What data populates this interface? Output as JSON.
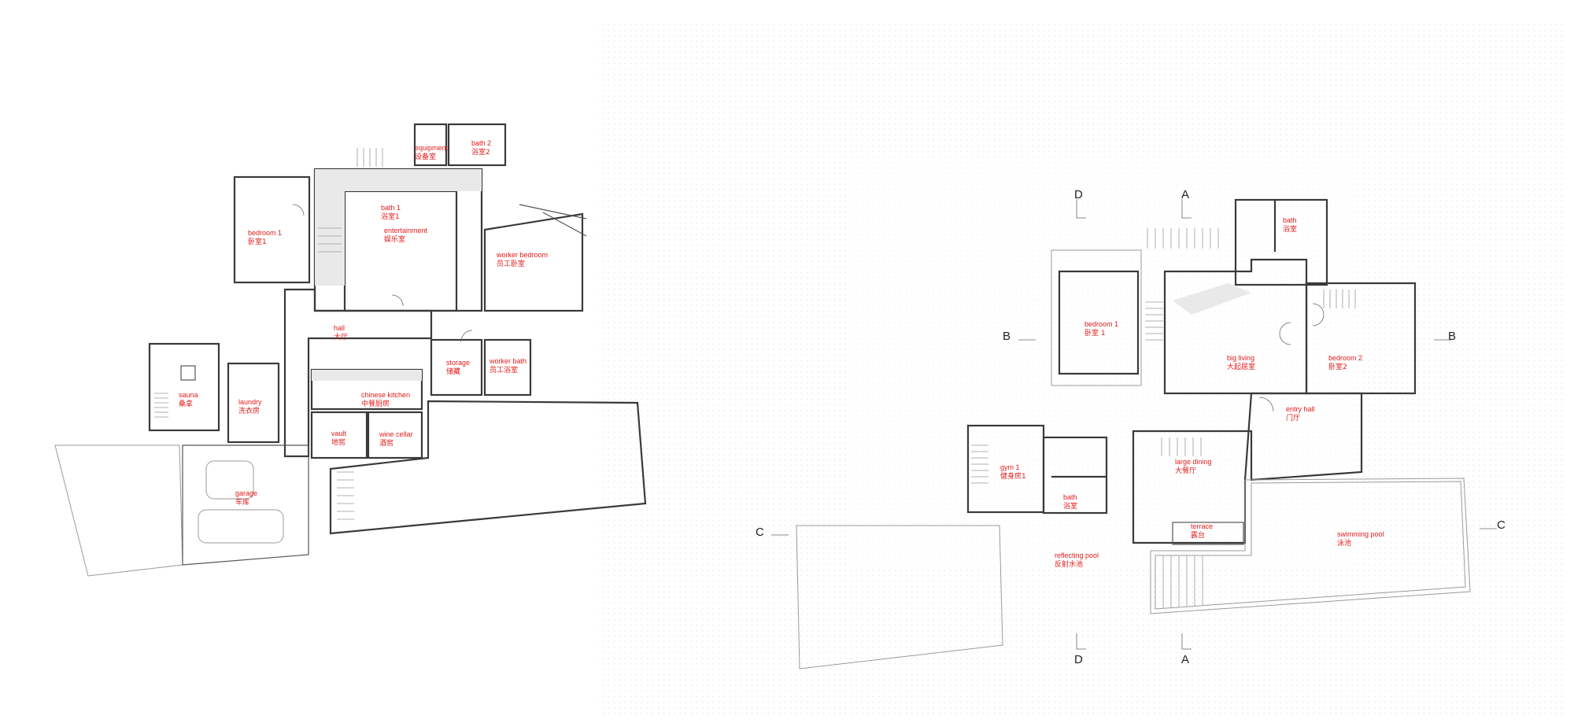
{
  "basement_rooms": [
    {
      "id": "equipment",
      "en": "equipment",
      "cn": "设备室"
    },
    {
      "id": "bath2",
      "en": "bath 2",
      "cn": "浴室2"
    },
    {
      "id": "bath1",
      "en": "bath 1",
      "cn": "浴室1"
    },
    {
      "id": "entertainment",
      "en": "entertainment",
      "cn": "娱乐室"
    },
    {
      "id": "bedroom1",
      "en": "bedroom 1",
      "cn": "卧室1"
    },
    {
      "id": "worker-bedroom",
      "en": "worker bedroom",
      "cn": "员工卧室"
    },
    {
      "id": "hall",
      "en": "hall",
      "cn": "大厅"
    },
    {
      "id": "storage",
      "en": "storage",
      "cn": "储藏"
    },
    {
      "id": "worker-bath",
      "en": "worker bath",
      "cn": "员工浴室"
    },
    {
      "id": "sauna",
      "en": "sauna",
      "cn": "桑拿"
    },
    {
      "id": "laundry",
      "en": "laundry",
      "cn": "洗衣房"
    },
    {
      "id": "chinese-kitchen",
      "en": "chinese kitchen",
      "cn": "中餐厨房"
    },
    {
      "id": "vault",
      "en": "vault",
      "cn": "地窖"
    },
    {
      "id": "wine-cellar",
      "en": "wine cellar",
      "cn": "酒窖"
    },
    {
      "id": "garage",
      "en": "garage",
      "cn": "车库"
    }
  ],
  "ground_rooms": [
    {
      "id": "bath",
      "en": "bath",
      "cn": "浴室"
    },
    {
      "id": "bedroom1",
      "en": "bedroom 1",
      "cn": "卧室 1"
    },
    {
      "id": "big-living",
      "en": "big living",
      "cn": "大起居室"
    },
    {
      "id": "bedroom2",
      "en": "bedroom 2",
      "cn": "卧室2"
    },
    {
      "id": "entry-hall",
      "en": "entry hall",
      "cn": "门厅"
    },
    {
      "id": "large-dining",
      "en": "large dining",
      "cn": "大餐厅"
    },
    {
      "id": "gym1",
      "en": "gym 1",
      "cn": "健身房1"
    },
    {
      "id": "bath-gym",
      "en": "bath",
      "cn": "浴室"
    },
    {
      "id": "terrace",
      "en": "terrace",
      "cn": "露台"
    },
    {
      "id": "swimming-pool",
      "en": "swimming pool",
      "cn": "泳池"
    },
    {
      "id": "reflecting-pool",
      "en": "reflecting pool",
      "cn": "反射水池"
    }
  ],
  "section_marks": {
    "a_top": "A",
    "a_bottom": "A",
    "b_left": "B",
    "b_right": "B",
    "c_left": "C",
    "c_right": "C",
    "d_top": "D",
    "d_bottom": "D"
  },
  "colors": {
    "label": "#e21b1b",
    "wall": "#3a3a3a",
    "background": "#ffffff"
  }
}
